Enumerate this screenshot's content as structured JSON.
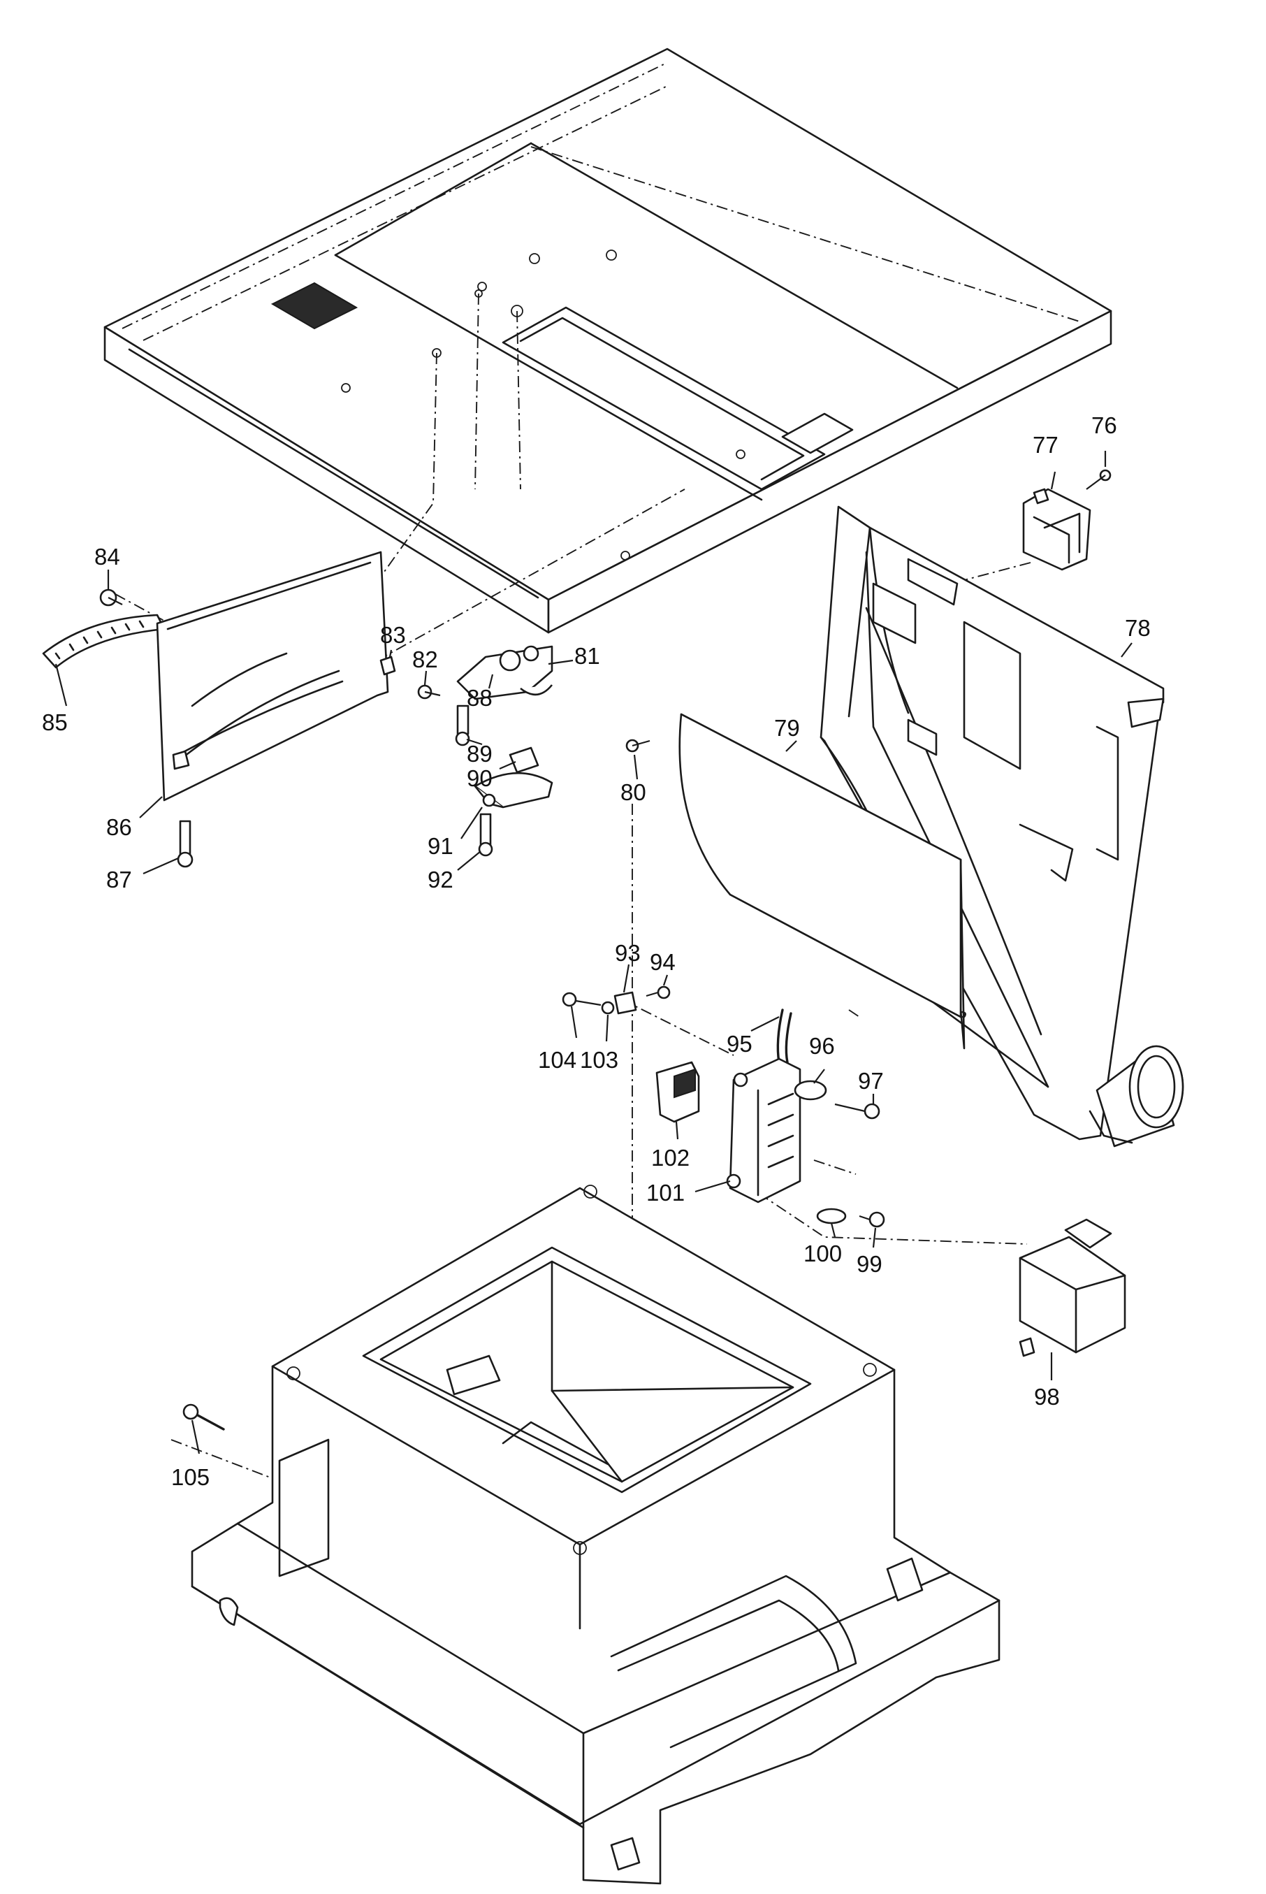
{
  "labels": [
    "76",
    "77",
    "78",
    "79",
    "80",
    "81",
    "82",
    "83",
    "84",
    "85",
    "86",
    "87",
    "88",
    "89",
    "90",
    "91",
    "92",
    "93",
    "94",
    "95",
    "96",
    "97",
    "98",
    "99",
    "100",
    "101",
    "102",
    "103",
    "104",
    "105"
  ]
}
